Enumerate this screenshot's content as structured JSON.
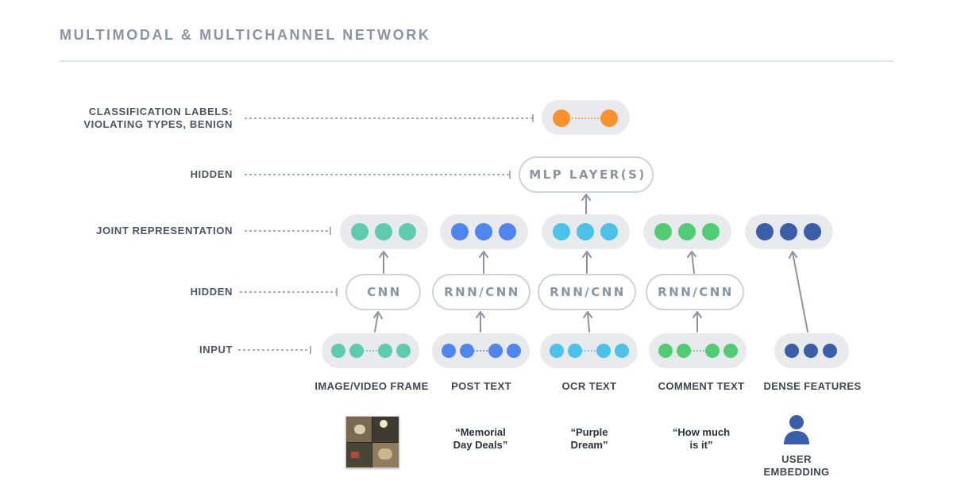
{
  "header": {
    "title": "MULTIMODAL & MULTICHANNEL NETWORK"
  },
  "rows": {
    "classification": "CLASSIFICATION LABELS:\nVIOLATING TYPES, BENIGN",
    "hidden_top": "HIDDEN",
    "joint": "JOINT REPRESENTATION",
    "hidden": "HIDDEN",
    "input": "INPUT"
  },
  "boxes": {
    "mlp": "MLP LAYER(S)",
    "cnn": "CNN",
    "rnn1": "RNN/CNN",
    "rnn2": "RNN/CNN",
    "rnn3": "RNN/CNN"
  },
  "columns": [
    {
      "caption": "IMAGE/VIDEO FRAME",
      "color": "#5ecab0"
    },
    {
      "caption": "POST TEXT",
      "color": "#4f86ee",
      "quote": "“Memorial\nDay Deals”"
    },
    {
      "caption": "OCR TEXT",
      "color": "#4cc2ea",
      "quote": "“Purple\nDream”"
    },
    {
      "caption": "COMMENT TEXT",
      "color": "#52cc74",
      "quote": "“How much\nis it”"
    },
    {
      "caption": "DENSE FEATURES",
      "color": "#3a5ea8"
    }
  ],
  "user_embedding": "USER\nEMBEDDING",
  "colors": {
    "output": "#f7922e",
    "pill": "#e8eaee",
    "line": "#8a94a2",
    "label": "#4b5563"
  },
  "icons": {
    "thumbnail": "image-thumbnail",
    "user": "user-icon"
  }
}
